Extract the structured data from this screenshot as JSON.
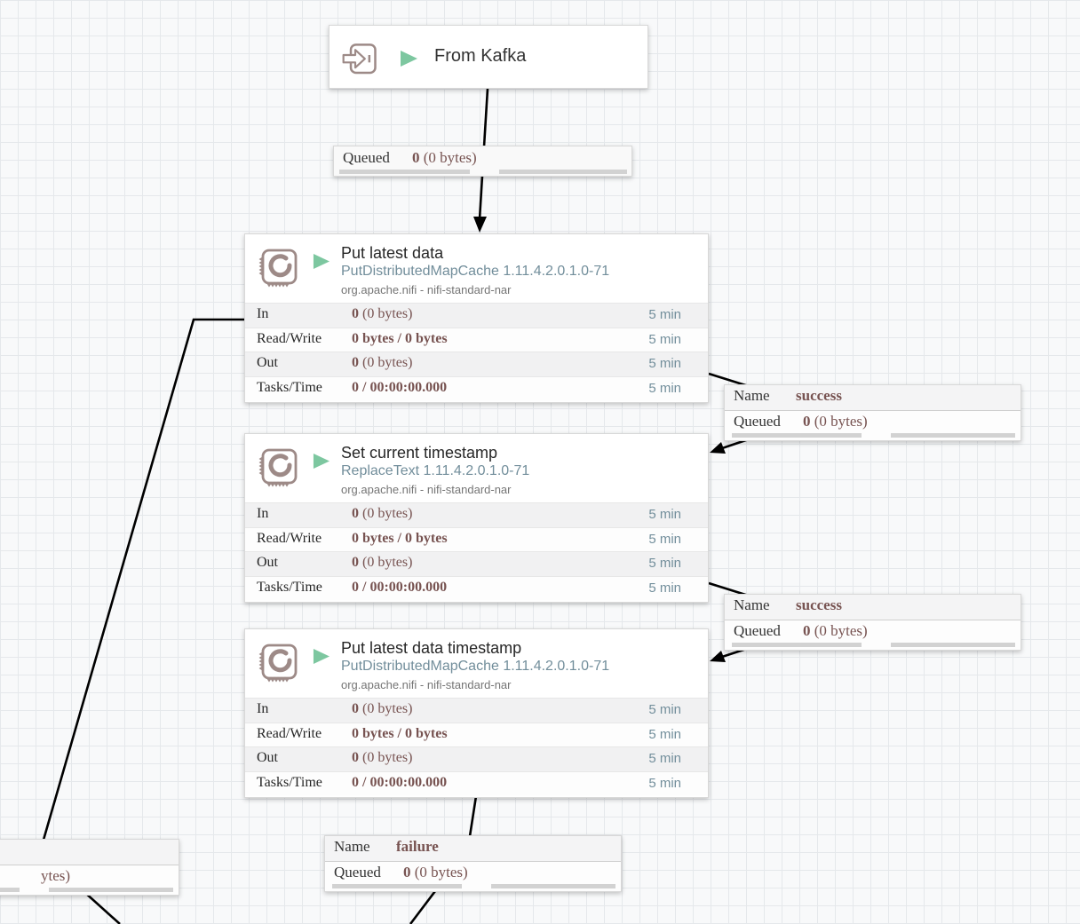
{
  "app": "NiFi flow canvas",
  "colors": {
    "running_green": "#7dc7a0",
    "stat_value_maroon": "#775351",
    "time_info_blue": "#728e9b",
    "component_icon_mauve": "#9d8a87",
    "connection_line": "#000000"
  },
  "input_port": {
    "title": "From Kafka",
    "icon": "input-port-icon",
    "state": "running"
  },
  "processors": [
    {
      "title": "Put latest data",
      "type": "PutDistributedMapCache 1.11.4.2.0.1.0-71",
      "bundle": "org.apache.nifi - nifi-standard-nar",
      "stats": [
        {
          "label": "In",
          "bold": "0",
          "rest": " (0 bytes)",
          "time": "5 min"
        },
        {
          "label": "Read/Write",
          "bold": "0 bytes / 0 bytes",
          "rest": "",
          "time": "5 min"
        },
        {
          "label": "Out",
          "bold": "0",
          "rest": " (0 bytes)",
          "time": "5 min"
        },
        {
          "label": "Tasks/Time",
          "bold": "0 / 00:00:00.000",
          "rest": "",
          "time": "5 min"
        }
      ]
    },
    {
      "title": "Set current timestamp",
      "type": "ReplaceText 1.11.4.2.0.1.0-71",
      "bundle": "org.apache.nifi - nifi-standard-nar",
      "stats": [
        {
          "label": "In",
          "bold": "0",
          "rest": " (0 bytes)",
          "time": "5 min"
        },
        {
          "label": "Read/Write",
          "bold": "0 bytes / 0 bytes",
          "rest": "",
          "time": "5 min"
        },
        {
          "label": "Out",
          "bold": "0",
          "rest": " (0 bytes)",
          "time": "5 min"
        },
        {
          "label": "Tasks/Time",
          "bold": "0 / 00:00:00.000",
          "rest": "",
          "time": "5 min"
        }
      ]
    },
    {
      "title": "Put latest data timestamp",
      "type": "PutDistributedMapCache 1.11.4.2.0.1.0-71",
      "bundle": "org.apache.nifi - nifi-standard-nar",
      "stats": [
        {
          "label": "In",
          "bold": "0",
          "rest": " (0 bytes)",
          "time": "5 min"
        },
        {
          "label": "Read/Write",
          "bold": "0 bytes / 0 bytes",
          "rest": "",
          "time": "5 min"
        },
        {
          "label": "Out",
          "bold": "0",
          "rest": " (0 bytes)",
          "time": "5 min"
        },
        {
          "label": "Tasks/Time",
          "bold": "0 / 00:00:00.000",
          "rest": "",
          "time": "5 min"
        }
      ]
    }
  ],
  "connection_labels": {
    "kafka_queue": {
      "queued_label": "Queued",
      "bold": "0",
      "rest": " (0 bytes)"
    },
    "success_1": {
      "name_label": "Name",
      "name": "success",
      "queued_label": "Queued",
      "bold": "0",
      "rest": " (0 bytes)"
    },
    "success_2": {
      "name_label": "Name",
      "name": "success",
      "queued_label": "Queued",
      "bold": "0",
      "rest": " (0 bytes)"
    },
    "failure": {
      "name_label": "Name",
      "name": "failure",
      "queued_label": "Queued",
      "bold": "0",
      "rest": " (0 bytes)"
    },
    "partial_left": {
      "visible_text": "ytes)"
    }
  }
}
